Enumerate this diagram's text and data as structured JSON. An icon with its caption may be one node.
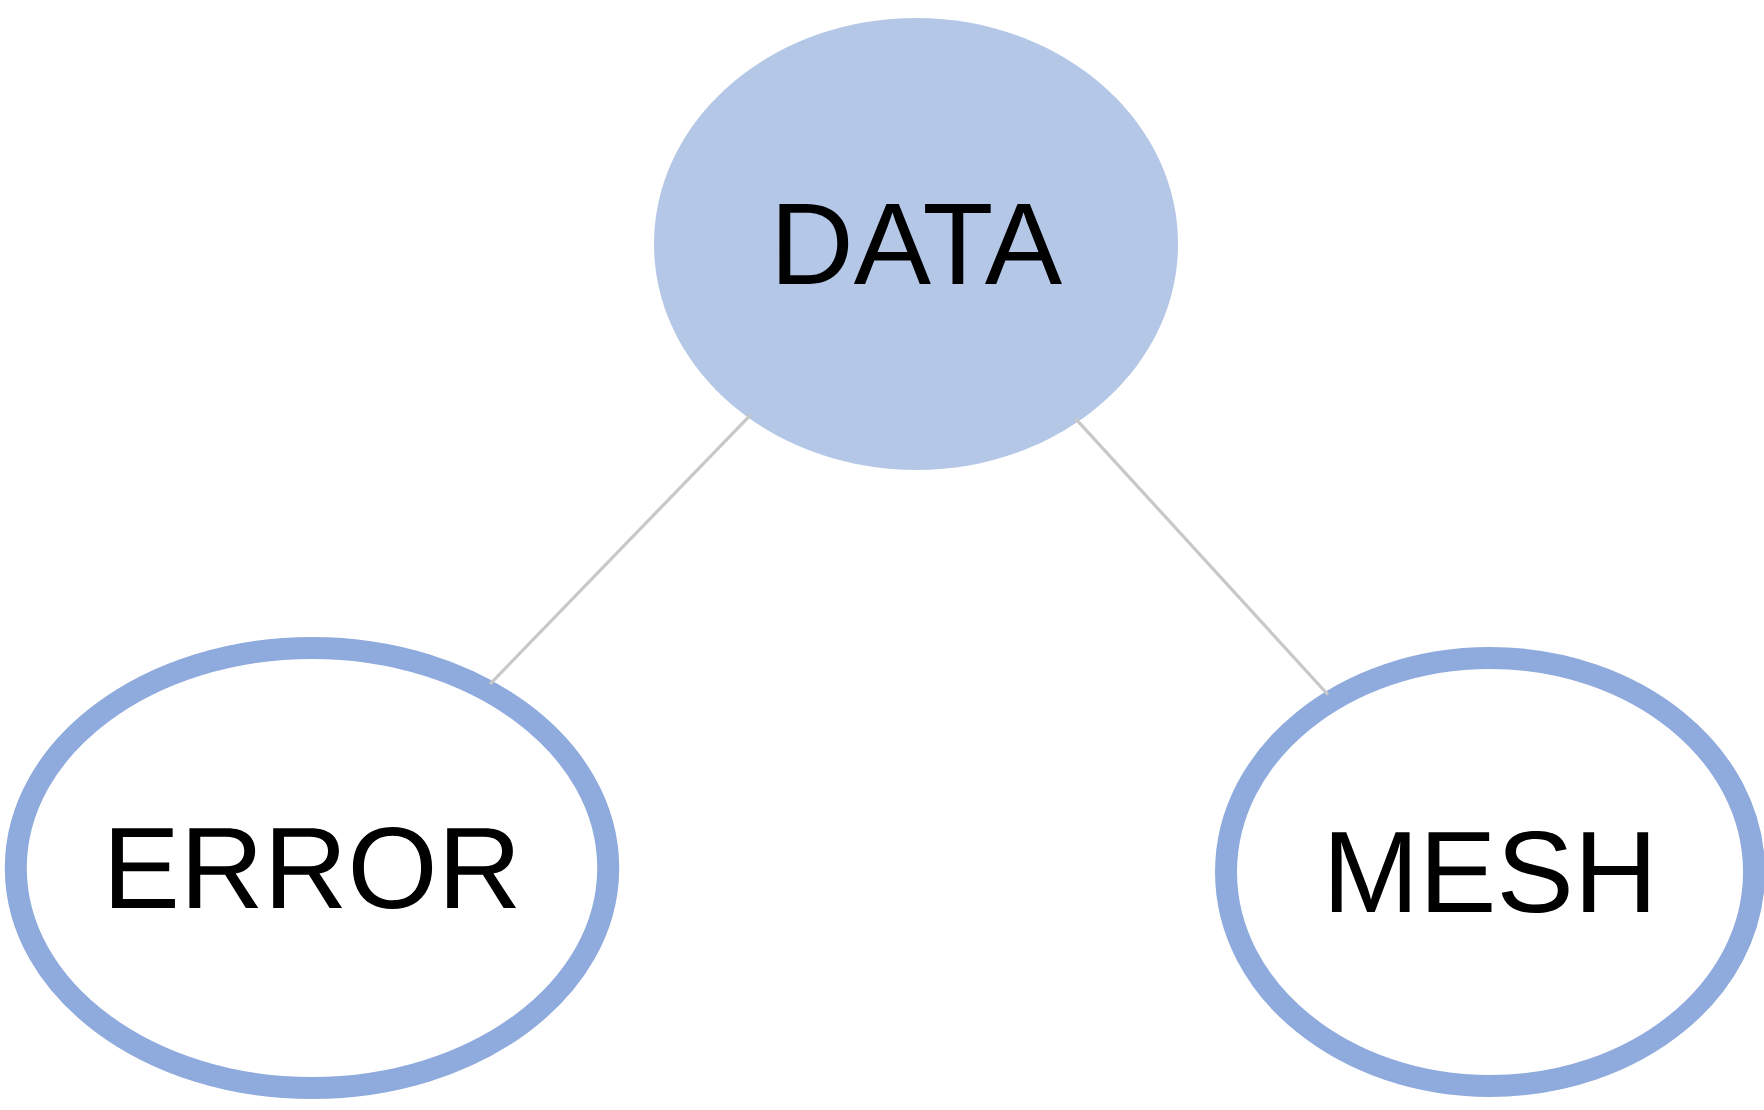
{
  "diagram": {
    "nodes": [
      {
        "text": [
          "DATA"
        ]
      },
      {
        "text": [
          "ERROR"
        ]
      },
      {
        "text": [
          "MESH"
        ]
      }
    ],
    "edges": [
      {
        "from": 0,
        "to": 1,
        "arrow": "none"
      },
      {
        "from": 0,
        "to": 2,
        "arrow": "none"
      }
    ]
  }
}
